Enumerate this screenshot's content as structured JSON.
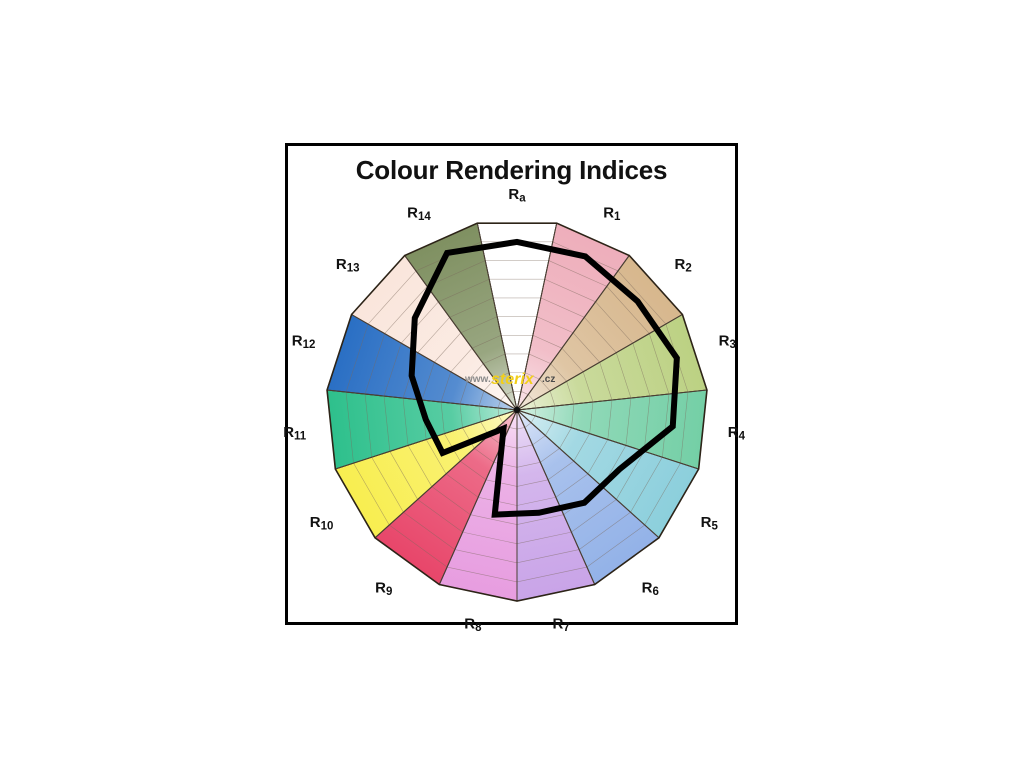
{
  "chart_data": {
    "type": "radar",
    "title": "Colour Rendering Indices",
    "categories": [
      "Ra",
      "R1",
      "R2",
      "R3",
      "R4",
      "R5",
      "R6",
      "R7",
      "R8",
      "R9",
      "R10",
      "R11",
      "R12",
      "R13",
      "R14"
    ],
    "values": [
      88,
      88,
      85,
      88,
      82,
      62,
      60,
      55,
      56,
      12,
      45,
      48,
      58,
      72,
      90
    ],
    "series": [
      {
        "name": "Colour Rendering Indices",
        "values": [
          88,
          88,
          85,
          88,
          82,
          62,
          60,
          55,
          56,
          12,
          45,
          48,
          58,
          72,
          90
        ]
      }
    ],
    "rlim": [
      0,
      100
    ],
    "rings": 10,
    "grid": true,
    "legend": "none",
    "xlabel": "",
    "ylabel": "",
    "sector_colors": [
      "#ffffff",
      "#eeaebb",
      "#d7b78d",
      "#bcd183",
      "#74cfa6",
      "#8ccfdc",
      "#93b2e8",
      "#c9a4e8",
      "#e79de0",
      "#e8466a",
      "#f8ee50",
      "#2ec08c",
      "#2a6fc4",
      "#fae6dc",
      "#7f9061"
    ],
    "labels": [
      {
        "base": "R",
        "sub": "a"
      },
      {
        "base": "R",
        "sub": "1"
      },
      {
        "base": "R",
        "sub": "2"
      },
      {
        "base": "R",
        "sub": "3"
      },
      {
        "base": "R",
        "sub": "4"
      },
      {
        "base": "R",
        "sub": "5"
      },
      {
        "base": "R",
        "sub": "6"
      },
      {
        "base": "R",
        "sub": "7"
      },
      {
        "base": "R",
        "sub": "8"
      },
      {
        "base": "R",
        "sub": "9"
      },
      {
        "base": "R",
        "sub": "10"
      },
      {
        "base": "R",
        "sub": "11"
      },
      {
        "base": "R",
        "sub": "12"
      },
      {
        "base": "R",
        "sub": "13"
      },
      {
        "base": "R",
        "sub": "14"
      }
    ],
    "data_line_color": "#000000",
    "data_line_width": 6
  },
  "watermark": {
    "prefix": "www.",
    "name": "sterix",
    "suffix": ".cz"
  },
  "frame": {
    "border_color": "#000000"
  }
}
